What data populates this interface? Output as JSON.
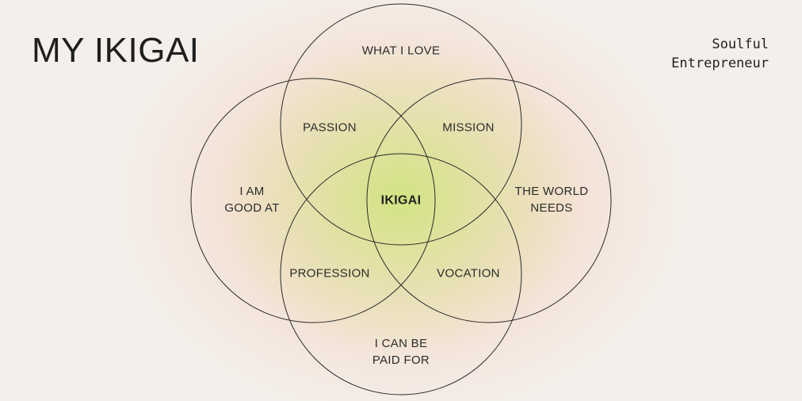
{
  "header": {
    "title": "MY IKIGAI",
    "brand_line1": "Soulful",
    "brand_line2": "Entrepreneur"
  },
  "circles": {
    "love": "WHAT I LOVE",
    "good_at_line1": "I AM",
    "good_at_line2": "GOOD AT",
    "world_needs_line1": "THE WORLD",
    "world_needs_line2": "NEEDS",
    "paid_for_line1": "I CAN BE",
    "paid_for_line2": "PAID FOR"
  },
  "overlaps": {
    "passion": "PASSION",
    "mission": "MISSION",
    "profession": "PROFESSION",
    "vocation": "VOCATION",
    "center": "IKIGAI"
  },
  "colors": {
    "background": "#f4efea",
    "center_glow": "#cde878",
    "outer_glow": "#f0bea5",
    "stroke": "#2a2a2a"
  }
}
